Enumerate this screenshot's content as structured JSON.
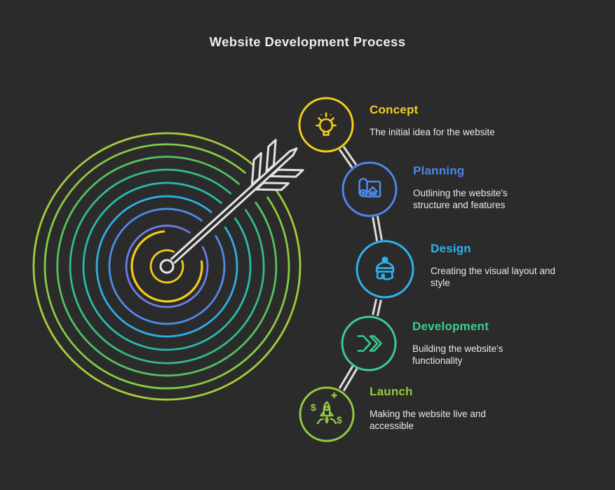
{
  "title": "Website Development Process",
  "colors": {
    "background": "#2B2B2B",
    "title_text": "#EDEDED",
    "description_text": "#E9E9E9",
    "arrow": "#E3E3E3",
    "chain": "#DCDCDC"
  },
  "target": {
    "ring_colors": [
      "#A3CE3A",
      "#86CB45",
      "#55C162",
      "#33BC86",
      "#2ABAA6",
      "#2FAFE3",
      "#4F8BE8",
      "#6F7BE3",
      "#F2CE1B",
      "#F2CE1B"
    ],
    "center_color": "#E6E6E6"
  },
  "steps": [
    {
      "label": "Concept",
      "description": "The initial idea for the website",
      "color": "#F2CE1B",
      "icon": "lightbulb-icon"
    },
    {
      "label": "Planning",
      "description": "Outlining the website's structure and features",
      "color": "#4F87E8",
      "icon": "blueprint-icon"
    },
    {
      "label": "Design",
      "description": "Creating the visual layout and style",
      "color": "#2CB3EE",
      "icon": "paintbrush-icon"
    },
    {
      "label": "Development",
      "description": "Building the website's functionality",
      "color": "#3BCE8E",
      "icon": "chevrons-icon"
    },
    {
      "label": "Launch",
      "description": "Making the website live and accessible",
      "color": "#90CB40",
      "icon": "rocket-icon"
    }
  ]
}
